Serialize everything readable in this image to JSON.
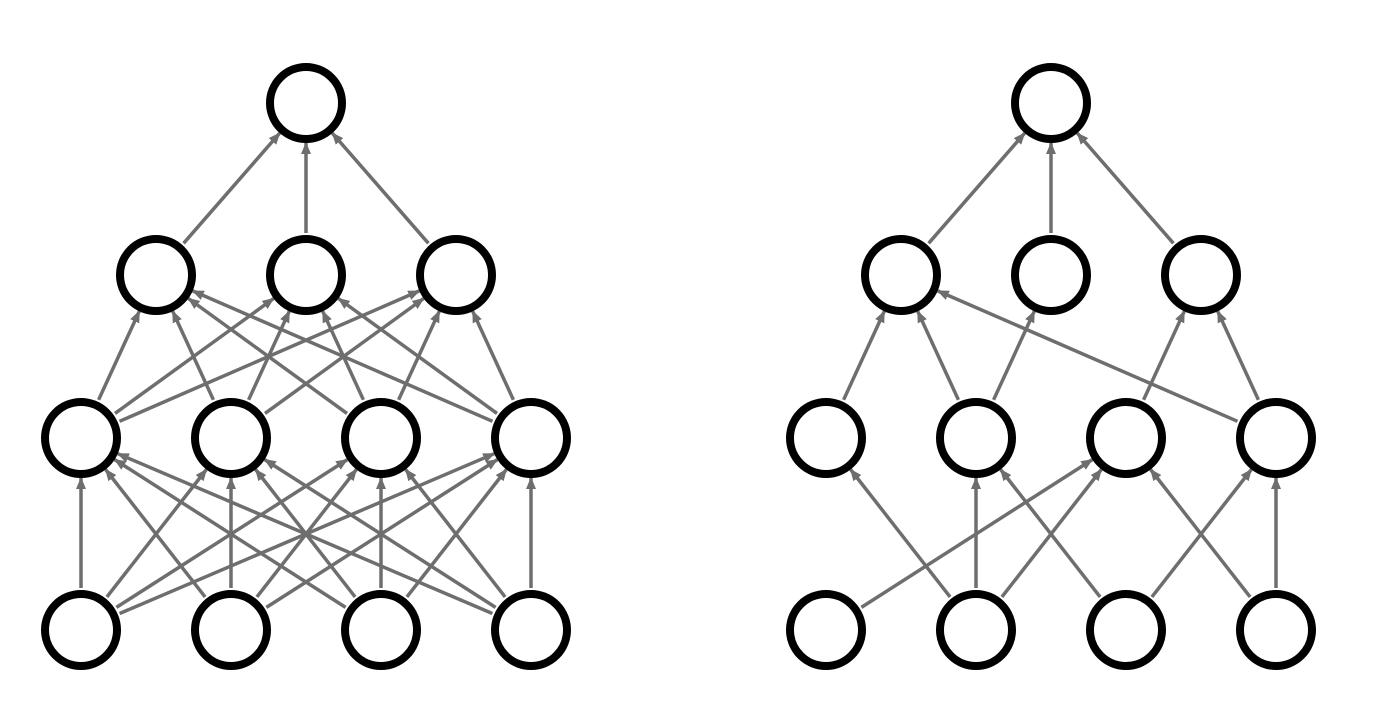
{
  "colors": {
    "background": "#ffffff",
    "node_stroke": "#000000",
    "node_fill": "#ffffff",
    "edge": "#6e6e6e"
  },
  "networks": [
    {
      "id": "standard",
      "layers": [
        4,
        4,
        3,
        1
      ],
      "edges": [
        [
          0,
          0,
          1,
          0
        ],
        [
          0,
          0,
          1,
          1
        ],
        [
          0,
          0,
          1,
          2
        ],
        [
          0,
          0,
          1,
          3
        ],
        [
          0,
          1,
          1,
          0
        ],
        [
          0,
          1,
          1,
          1
        ],
        [
          0,
          1,
          1,
          2
        ],
        [
          0,
          1,
          1,
          3
        ],
        [
          0,
          2,
          1,
          0
        ],
        [
          0,
          2,
          1,
          1
        ],
        [
          0,
          2,
          1,
          2
        ],
        [
          0,
          2,
          1,
          3
        ],
        [
          0,
          3,
          1,
          0
        ],
        [
          0,
          3,
          1,
          1
        ],
        [
          0,
          3,
          1,
          2
        ],
        [
          0,
          3,
          1,
          3
        ],
        [
          1,
          0,
          2,
          0
        ],
        [
          1,
          0,
          2,
          1
        ],
        [
          1,
          0,
          2,
          2
        ],
        [
          1,
          1,
          2,
          0
        ],
        [
          1,
          1,
          2,
          1
        ],
        [
          1,
          1,
          2,
          2
        ],
        [
          1,
          2,
          2,
          0
        ],
        [
          1,
          2,
          2,
          1
        ],
        [
          1,
          2,
          2,
          2
        ],
        [
          1,
          3,
          2,
          0
        ],
        [
          1,
          3,
          2,
          1
        ],
        [
          1,
          3,
          2,
          2
        ],
        [
          2,
          0,
          3,
          0
        ],
        [
          2,
          1,
          3,
          0
        ],
        [
          2,
          2,
          3,
          0
        ]
      ]
    },
    {
      "id": "dropout",
      "layers": [
        4,
        4,
        3,
        1
      ],
      "edges": [
        [
          0,
          0,
          1,
          2
        ],
        [
          0,
          1,
          1,
          0
        ],
        [
          0,
          1,
          1,
          1
        ],
        [
          0,
          1,
          1,
          2
        ],
        [
          0,
          2,
          1,
          1
        ],
        [
          0,
          2,
          1,
          3
        ],
        [
          0,
          3,
          1,
          2
        ],
        [
          0,
          3,
          1,
          3
        ],
        [
          1,
          0,
          2,
          0
        ],
        [
          1,
          1,
          2,
          0
        ],
        [
          1,
          1,
          2,
          1
        ],
        [
          1,
          2,
          2,
          2
        ],
        [
          1,
          3,
          2,
          0
        ],
        [
          1,
          3,
          2,
          2
        ],
        [
          2,
          0,
          3,
          0
        ],
        [
          2,
          1,
          3,
          0
        ],
        [
          2,
          2,
          3,
          0
        ]
      ]
    }
  ]
}
